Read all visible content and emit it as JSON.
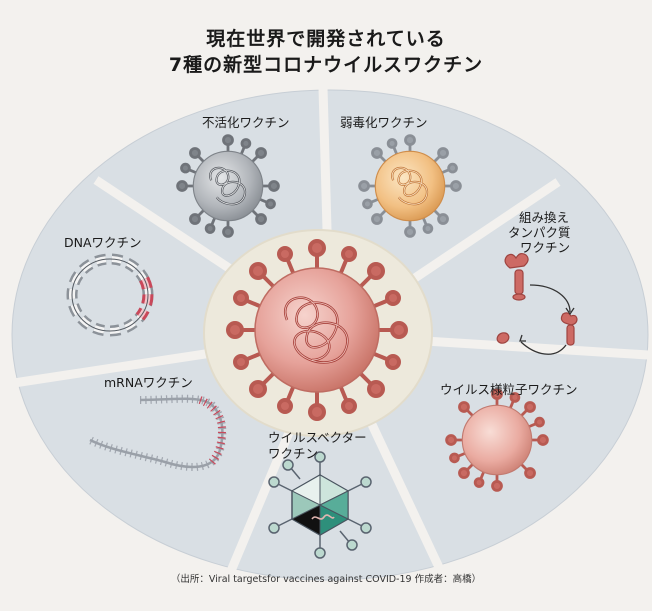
{
  "title": {
    "line1": "現在世界で開発されている",
    "line2": "7種の新型コロナウイルスワクチン"
  },
  "segments": {
    "inactivated": "不活化ワクチン",
    "attenuated": "弱毒化ワクチン",
    "recombinant_1": "組み換え",
    "recombinant_2": "タンパク質",
    "recombinant_3": "ワクチン",
    "vlp": "ウイルス様粒子ワクチン",
    "viral_vector_1": "ウイルスベクター",
    "viral_vector_2": "ワクチン",
    "mrna": "mRNAワクチン",
    "dna": "DNAワクチン"
  },
  "source": "（出所：Viral targetsfor vaccines against COVID-19 作成者：高橋）",
  "colors": {
    "panel": "#d9dfe4",
    "hub": "#ede9dc",
    "virus_main": "#e39c94",
    "virus_gray": "#aeb2b7",
    "virus_orange": "#f2c487",
    "vector_teal": "#3e9d8b",
    "dna_red": "#c9485a"
  }
}
